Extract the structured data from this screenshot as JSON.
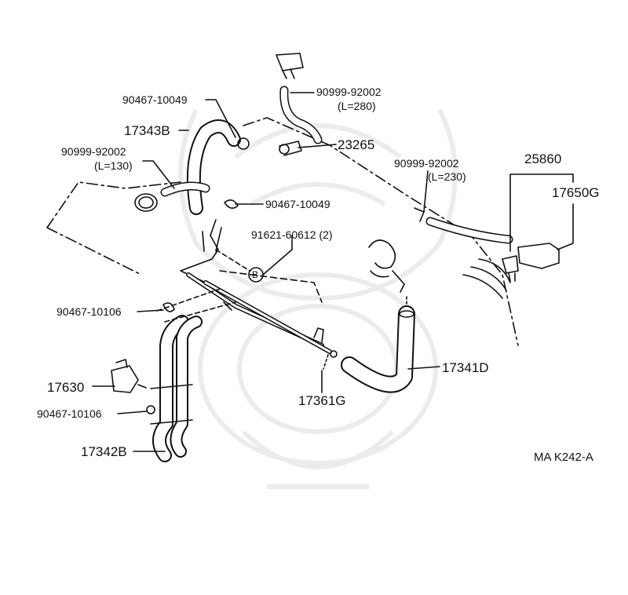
{
  "diagram": {
    "code": "MA K242-A",
    "callouts": {
      "c90467_10049_top": "90467-10049",
      "c17343B": "17343B",
      "c90999_92002_left": "90999-92002",
      "c_l130": "(L=130)",
      "c90999_92002_top": "90999-92002",
      "c_l280": "(L=280)",
      "c23265": "23265",
      "c90999_92002_right": "90999-92002",
      "c_l230": "(L=230)",
      "c25860": "25860",
      "c17650G": "17650G",
      "c90467_10049_mid": "90467-10049",
      "c91621_60612": "91621-60612 (2)",
      "c90467_10106_left": "90467-10106",
      "c17630": "17630",
      "c90467_10106_low": "90467-10106",
      "c17342B": "17342B",
      "c17361G": "17361G",
      "c17341D": "17341D",
      "marker_b": "B"
    }
  }
}
